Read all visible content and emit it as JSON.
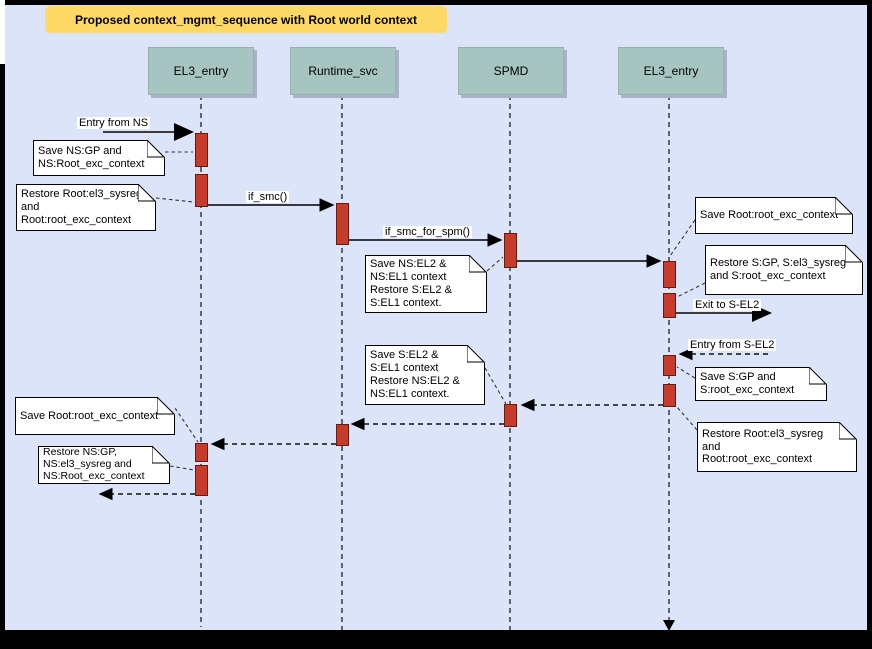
{
  "title": "Proposed context_mgmt_sequence with Root world context",
  "lifelines": [
    {
      "label": "EL3_entry"
    },
    {
      "label": "Runtime_svc"
    },
    {
      "label": "SPMD"
    },
    {
      "label": "EL3_entry"
    }
  ],
  "messages": {
    "entry_from_ns": "Entry from NS",
    "if_smc": "if_smc()",
    "if_smc_for_spm": "if_smc_for_spm()",
    "exit_to_sel2": "Exit to S-EL2",
    "entry_from_sel2": "Entry from S-EL2"
  },
  "notes": {
    "save_ns_gp": "Save NS:GP and\nNS:Root_exc_context",
    "restore_root_el3_sysreg": "Restore Root:el3_sysreg\nand\nRoot:root_exc_context",
    "save_ns_el2": "Save NS:EL2 &\nNS:EL1 context\nRestore S:EL2 &\nS:EL1 context.",
    "save_root_exc_right": "Save Root:root_exc_context",
    "restore_s_gp": "Restore S:GP, S:el3_sysreg\nand S:root_exc_context",
    "save_s_gp": "Save S:GP and\nS:root_exc_context",
    "restore_root_el3_sysreg_right": "Restore Root:el3_sysreg\nand\nRoot:root_exc_context",
    "save_s_el2": "Save S:EL2 &\nS:EL1 context\nRestore NS:EL2 &\nNS:EL1 context.",
    "save_root_exc_left": "Save Root:root_exc_context",
    "restore_ns_gp": "Restore NS:GP,\nNS:el3_sysreg and\nNS:Root_exc_context"
  },
  "colors": {
    "background": "#dce4fa",
    "frame": "#000000",
    "title_fill": "#ffd966",
    "lifeline_header_fill": "#a6c4c0",
    "activation_fill": "#c73b2b",
    "activation_border": "#641b10",
    "note_fill": "#ffffff"
  }
}
